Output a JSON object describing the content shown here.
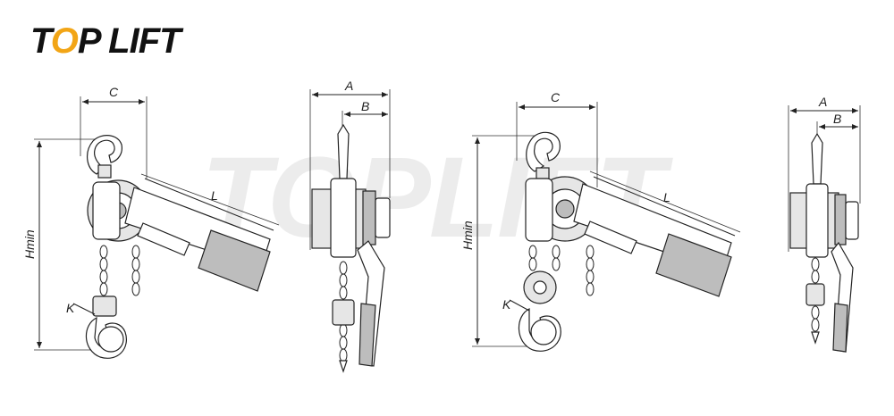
{
  "logo": {
    "prefix": "T",
    "o_letter": "O",
    "suffix": "P LIFT",
    "accent_color": "#f2a516",
    "text_color": "#111111"
  },
  "watermark": {
    "text": "TOPLIFT"
  },
  "diagrams": {
    "hoist_single": {
      "label_c": "C",
      "label_l": "L",
      "label_hmin": "Hmin",
      "label_k": "K"
    },
    "side_single": {
      "label_a": "A",
      "label_b": "B"
    },
    "hoist_double": {
      "label_c": "C",
      "label_l": "L",
      "label_hmin": "Hmin",
      "label_k": "K"
    },
    "side_double": {
      "label_a": "A",
      "label_b": "B"
    }
  }
}
